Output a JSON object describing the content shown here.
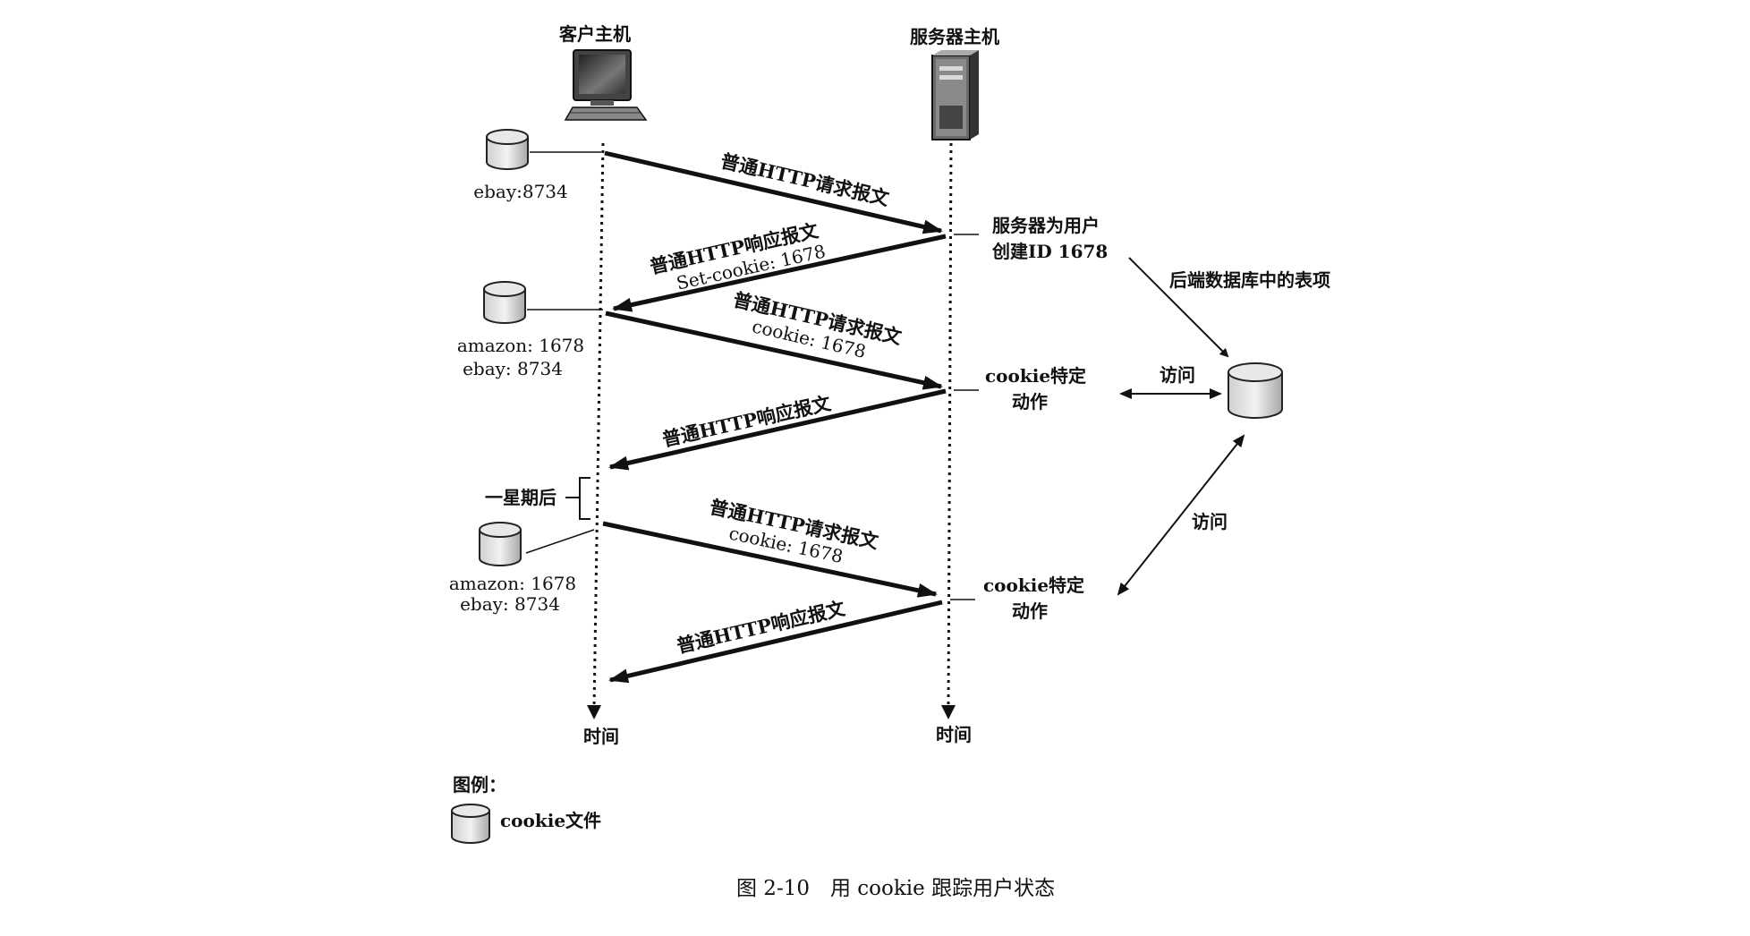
{
  "client_host": "客户主机",
  "server_host": "服务器主机",
  "time_left": "时间",
  "time_right": "时间",
  "cookie_files": {
    "first": [
      "ebay:8734"
    ],
    "second": [
      "amazon: 1678",
      "ebay: 8734"
    ],
    "third": [
      "amazon: 1678",
      "ebay: 8734"
    ]
  },
  "messages": [
    {
      "main": "普通HTTP请求报文",
      "sub": ""
    },
    {
      "main": "普通HTTP响应报文",
      "sub": "Set-cookie: 1678"
    },
    {
      "main": "普通HTTP请求报文",
      "sub": "cookie: 1678"
    },
    {
      "main": "普通HTTP响应报文",
      "sub": ""
    },
    {
      "main": "普通HTTP请求报文",
      "sub": "cookie: 1678"
    },
    {
      "main": "普通HTTP响应报文",
      "sub": ""
    }
  ],
  "server_notes": {
    "create_id": [
      "服务器为用户",
      "创建ID 1678"
    ],
    "cookie_action_1": [
      "cookie特定",
      "动作"
    ],
    "cookie_action_2": [
      "cookie特定",
      "动作"
    ]
  },
  "backend_db_label": "后端数据库中的表项",
  "access_1": "访问",
  "access_2": "访问",
  "one_week_later": "一星期后",
  "legend": {
    "title": "图例：",
    "cookie_file": "cookie文件"
  },
  "caption": "图 2-10　用 cookie 跟踪用户状态"
}
